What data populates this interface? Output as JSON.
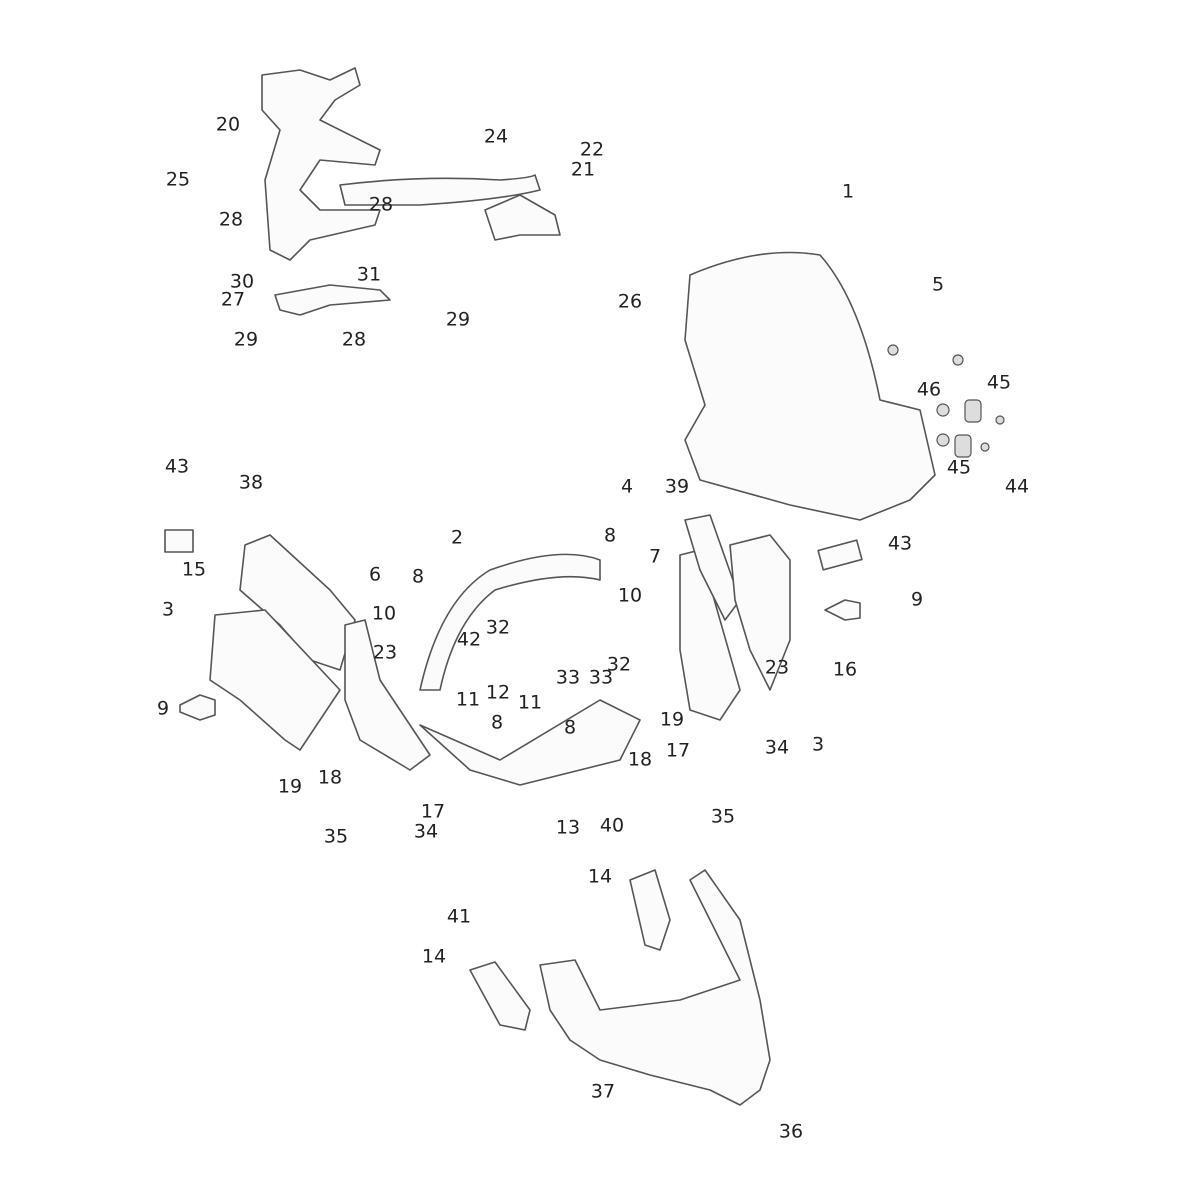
{
  "diagram": {
    "type": "exploded-parts-diagram",
    "callouts": [
      "1",
      "2",
      "3",
      "3",
      "4",
      "5",
      "6",
      "7",
      "8",
      "8",
      "8",
      "8",
      "9",
      "9",
      "10",
      "10",
      "11",
      "11",
      "12",
      "13",
      "14",
      "14",
      "15",
      "16",
      "17",
      "17",
      "18",
      "18",
      "19",
      "19",
      "20",
      "21",
      "22",
      "23",
      "23",
      "24",
      "25",
      "26",
      "27",
      "28",
      "28",
      "28",
      "29",
      "29",
      "30",
      "31",
      "32",
      "32",
      "33",
      "33",
      "34",
      "34",
      "35",
      "35",
      "36",
      "37",
      "38",
      "39",
      "40",
      "41",
      "42",
      "43",
      "43",
      "44",
      "45",
      "45",
      "46"
    ]
  }
}
